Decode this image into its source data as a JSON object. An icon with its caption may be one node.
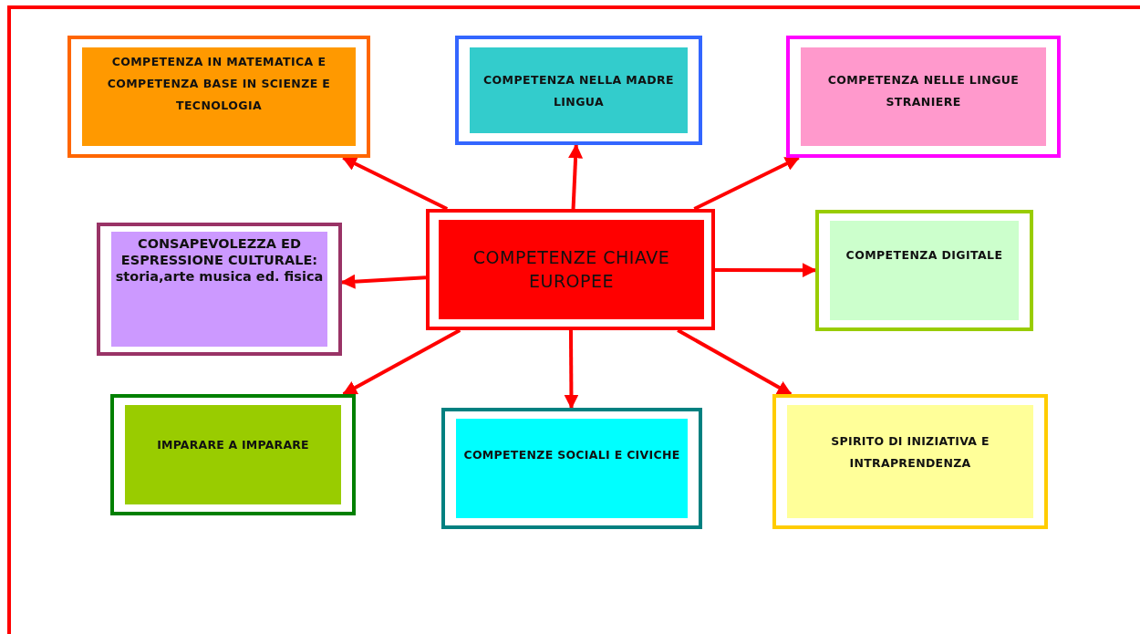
{
  "diagram": {
    "nodes": [
      {
        "text": [
          "COMPETENZE CHIAVE EUROPEE"
        ]
      },
      {
        "text": [
          "COMPETENZA IN MATEMATICA E COMPETENZA BASE IN SCIENZE E TECNOLOGIA"
        ]
      },
      {
        "text": [
          "COMPETENZA NELLA MADRE LINGUA"
        ]
      },
      {
        "text": [
          "COMPETENZA NELLE LINGUE STRANIERE"
        ]
      },
      {
        "text": [
          "CONSAPEVOLEZZA ED ESPRESSIONE CULTURALE: storia,arte musica ed. fisica"
        ]
      },
      {
        "text": [
          "COMPETENZA DIGITALE"
        ]
      },
      {
        "text": [
          "IMPARARE A IMPARARE"
        ]
      },
      {
        "text": [
          "COMPETENZE SOCIALI E CIVICHE"
        ]
      },
      {
        "text": [
          "SPIRITO DI INIZIATIVA E INTRAPRENDENZA"
        ]
      }
    ],
    "edges": [
      {
        "from": 0,
        "to": 1,
        "arrow": "to"
      },
      {
        "from": 0,
        "to": 2,
        "arrow": "to"
      },
      {
        "from": 0,
        "to": 3,
        "arrow": "to"
      },
      {
        "from": 0,
        "to": 4,
        "arrow": "to"
      },
      {
        "from": 0,
        "to": 5,
        "arrow": "to"
      },
      {
        "from": 0,
        "to": 6,
        "arrow": "to"
      },
      {
        "from": 0,
        "to": 7,
        "arrow": "to"
      },
      {
        "from": 0,
        "to": 8,
        "arrow": "to"
      }
    ]
  }
}
